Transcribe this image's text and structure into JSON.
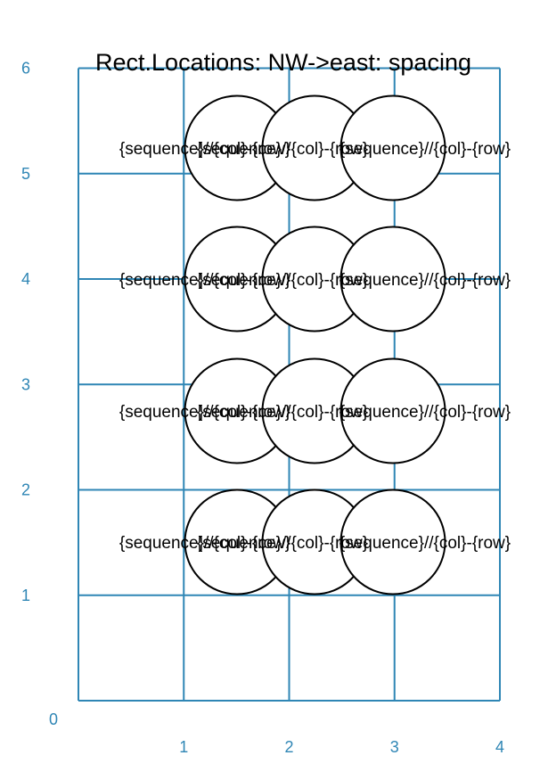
{
  "title": "Rect.Locations: NW->east: spacing",
  "colors": {
    "grid": "#2f86b5",
    "axis_labels": "#2f86b5",
    "circle_stroke": "#000000",
    "circle_fill": "#ffffff",
    "text": "#000000"
  },
  "x_axis": {
    "labels": [
      "0",
      "1",
      "2",
      "3",
      "4"
    ]
  },
  "y_axis": {
    "labels": [
      "0",
      "1",
      "2",
      "3",
      "4",
      "5",
      "6"
    ]
  },
  "grid": {
    "cols": 4,
    "rows": 6
  },
  "circles": {
    "label_template": "{sequence}//{col}-{row}",
    "rows": 4,
    "per_row": 3
  }
}
